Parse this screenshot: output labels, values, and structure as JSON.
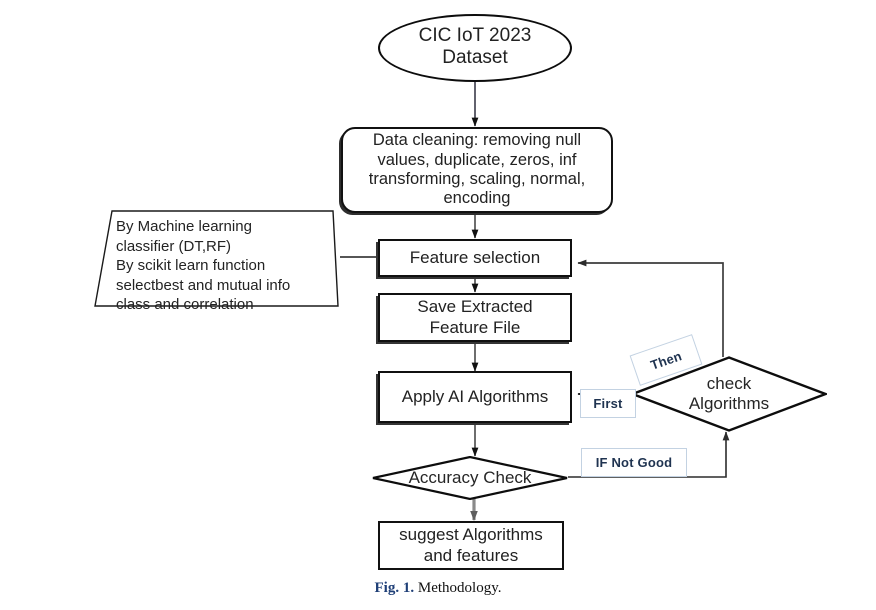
{
  "figure": {
    "caption_number": "Fig. 1.",
    "caption_text": " Methodology."
  },
  "nodes": {
    "dataset": {
      "label": "CIC IoT 2023\nDataset",
      "shape": "ellipse"
    },
    "data_cleaning": {
      "label": "Data cleaning: removing null values, duplicate, zeros, inf transforming, scaling, normal, encoding",
      "shape": "rounded-rect"
    },
    "feature_selection": {
      "label": "Feature  selection",
      "shape": "rect"
    },
    "save_features": {
      "label": "Save Extracted\nFeature File",
      "shape": "rect"
    },
    "apply_ai": {
      "label": "Apply AI Algorithms",
      "shape": "rect"
    },
    "accuracy_check": {
      "label": "Accuracy Check",
      "shape": "diamond"
    },
    "check_algorithms": {
      "label": "check\nAlgorithms",
      "shape": "diamond"
    },
    "suggest": {
      "label": "suggest Algorithms\nand features",
      "shape": "rect"
    },
    "methods_note": {
      "shape": "trapezoid",
      "lines": [
        "By Machine learning",
        "classifier (DT,RF)",
        "By scikit learn  function",
        "selectbest and mutual info",
        "class and  correlation"
      ]
    }
  },
  "edge_labels": {
    "then": "Then",
    "first": "First",
    "if_not_good": "IF Not Good"
  },
  "colors": {
    "stroke": "#111111",
    "grey_arrow": "#6a6a6a",
    "tag_border": "#c3d2e2",
    "tag_text": "#1f3350",
    "caption_accent": "#1f3f77"
  }
}
